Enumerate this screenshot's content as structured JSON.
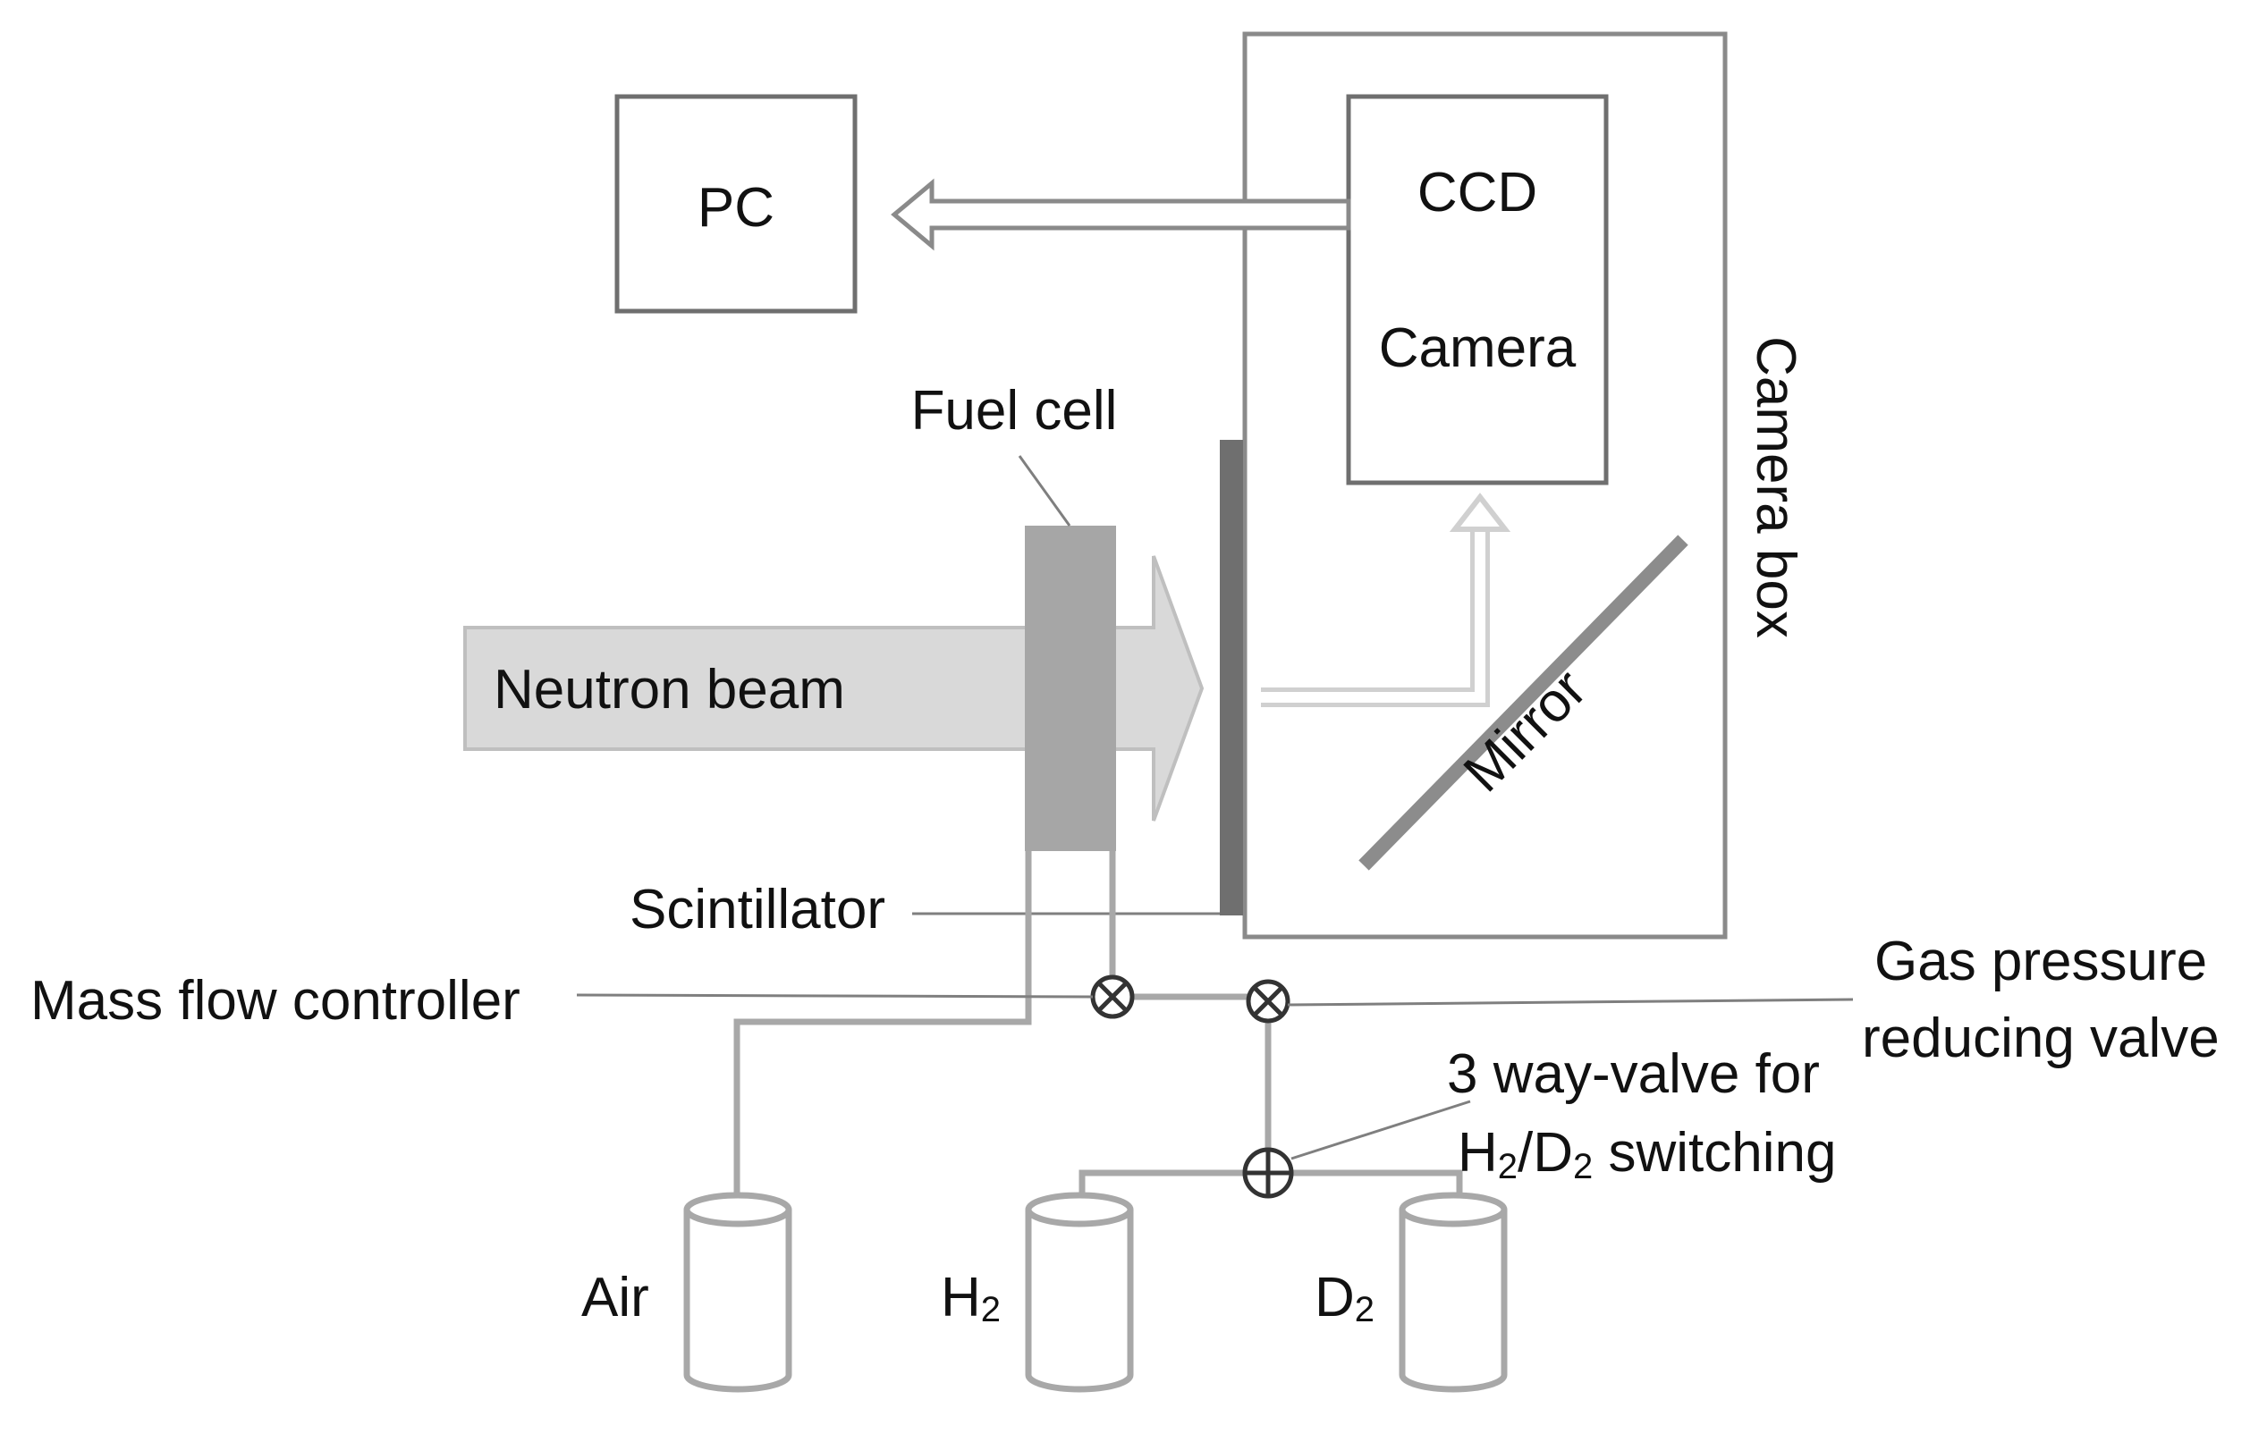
{
  "diagram": {
    "labels": {
      "pc": "PC",
      "ccd": "CCD",
      "camera": "Camera",
      "camera_box": "Camera box",
      "fuel_cell": "Fuel cell",
      "neutron_beam": "Neutron beam",
      "mirror": "Mirror",
      "scintillator": "Scintillator",
      "mass_flow_controller": "Mass flow controller",
      "gas_pressure_line1": "Gas pressure",
      "gas_pressure_line2": "reducing valve",
      "three_way_line1": "3 way-valve for",
      "three_way_h": "H",
      "three_way_sub1": "2",
      "three_way_slash_d": "/D",
      "three_way_sub2": "2",
      "three_way_switching": " switching",
      "air": "Air",
      "h2_main": "H",
      "h2_sub": "2",
      "d2_main": "D",
      "d2_sub": "2"
    },
    "colors": {
      "outline": "#6f6f6f",
      "pipe": "#a8a8a8",
      "beam_fill": "#d9d9d9",
      "beam_stroke": "#bfbfbf",
      "fuel_cell": "#a6a6a6",
      "scintillator": "#6f6f6f",
      "mirror": "#8c8c8c",
      "light_path": "#c8c8c8",
      "leader": "#7f7f7f"
    }
  }
}
